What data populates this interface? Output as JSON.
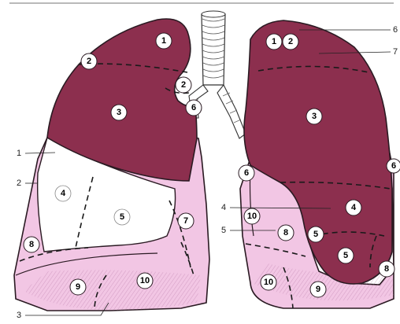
{
  "colors": {
    "maroon": "#8c2f4e",
    "pink": "#f2c6e4",
    "white": "#ffffff",
    "outline": "#2a1a22"
  },
  "segments": {
    "right_lung": [
      "1",
      "2",
      "2",
      "3",
      "4",
      "5",
      "6",
      "7",
      "8",
      "9",
      "10"
    ],
    "left_lung": [
      "1",
      "2",
      "3",
      "4",
      "5",
      "5",
      "6",
      "6",
      "8",
      "8",
      "9",
      "10",
      "10"
    ]
  },
  "left_callouts": [
    "1",
    "2",
    "3"
  ],
  "right_callouts": [
    "6",
    "7",
    "4",
    "5"
  ]
}
